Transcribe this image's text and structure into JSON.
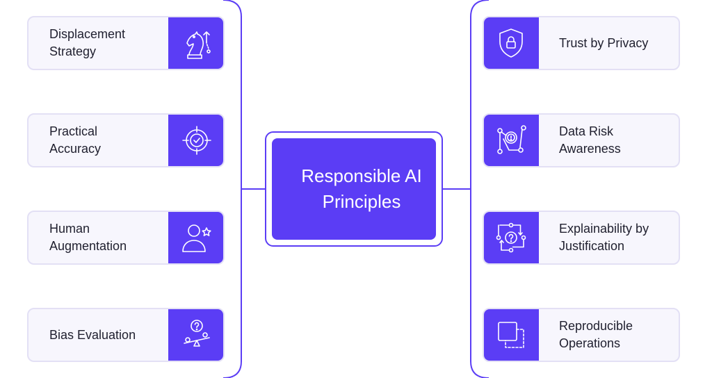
{
  "diagram": {
    "center": {
      "line1": "Responsible AI",
      "line2": "Principles"
    },
    "left": [
      {
        "line1": "Displacement",
        "line2": "Strategy",
        "icon": "chess-knight-icon"
      },
      {
        "line1": "Practical",
        "line2": "Accuracy",
        "icon": "target-check-icon"
      },
      {
        "line1": "Human",
        "line2": "Augmentation",
        "icon": "user-star-icon"
      },
      {
        "line1": "Bias Evaluation",
        "line2": "",
        "icon": "balance-question-icon"
      }
    ],
    "right": [
      {
        "line1": "Trust by Privacy",
        "line2": "",
        "icon": "shield-lock-icon"
      },
      {
        "line1": "Data Risk",
        "line2": "Awareness",
        "icon": "data-risk-network-icon"
      },
      {
        "line1": "Explainability by",
        "line2": "Justification",
        "icon": "question-cycle-icon"
      },
      {
        "line1": "Reproducible",
        "line2": "Operations",
        "icon": "duplicate-squares-icon"
      }
    ],
    "colors": {
      "accent": "#5b3df5",
      "card_bg": "#f7f6fd",
      "card_border": "#e3e0f5",
      "text": "#1f1f2e"
    }
  }
}
